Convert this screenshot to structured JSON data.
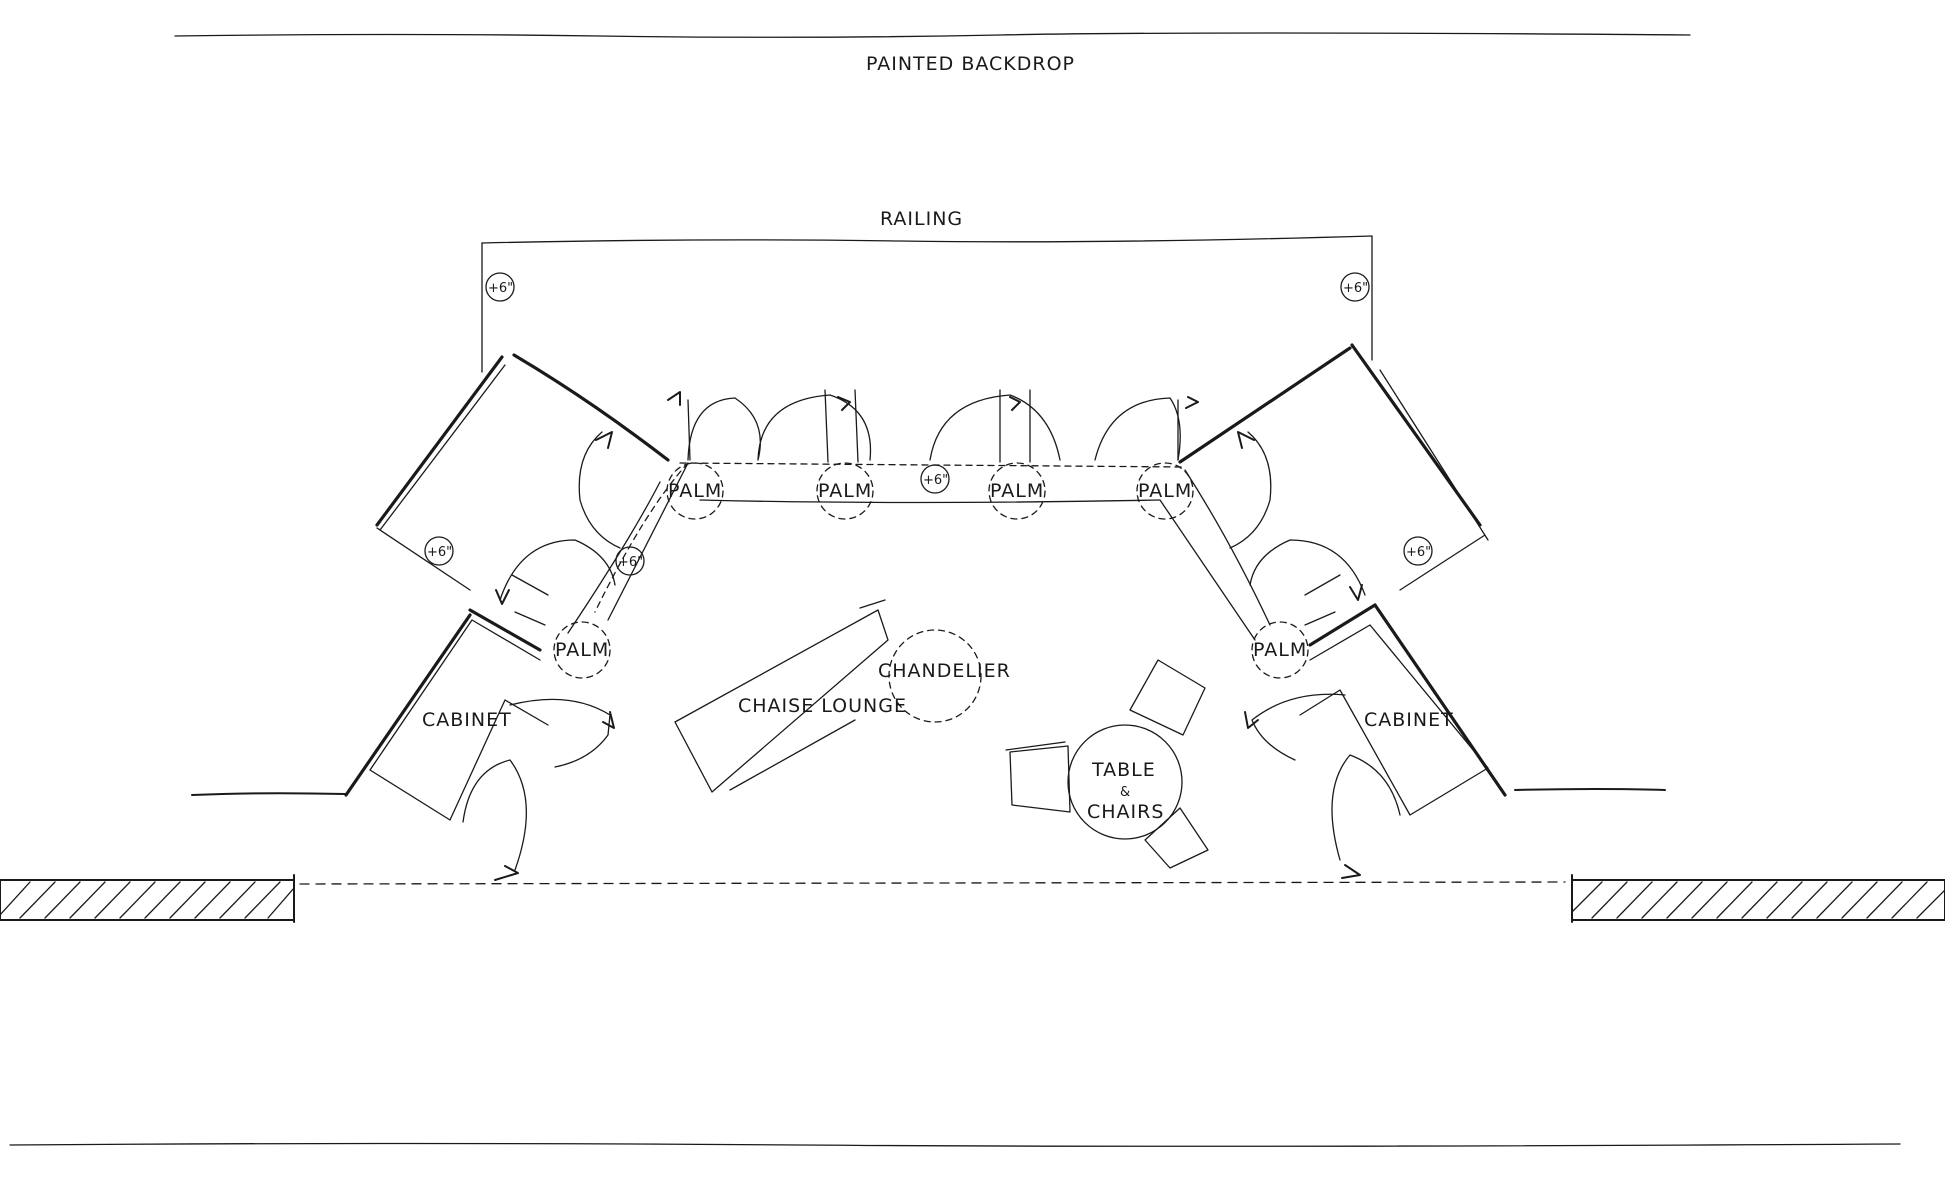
{
  "labels": {
    "backdrop": "PAINTED BACKDROP",
    "railing": "RAILING",
    "palm": "PALM",
    "elevation": "+6\"",
    "cabinet": "CABINET",
    "chaise": "CHAISE LOUNGE",
    "chandelier": "CHANDELIER",
    "table_line1": "TABLE",
    "table_amp": "&",
    "table_line2": "CHAIRS"
  }
}
